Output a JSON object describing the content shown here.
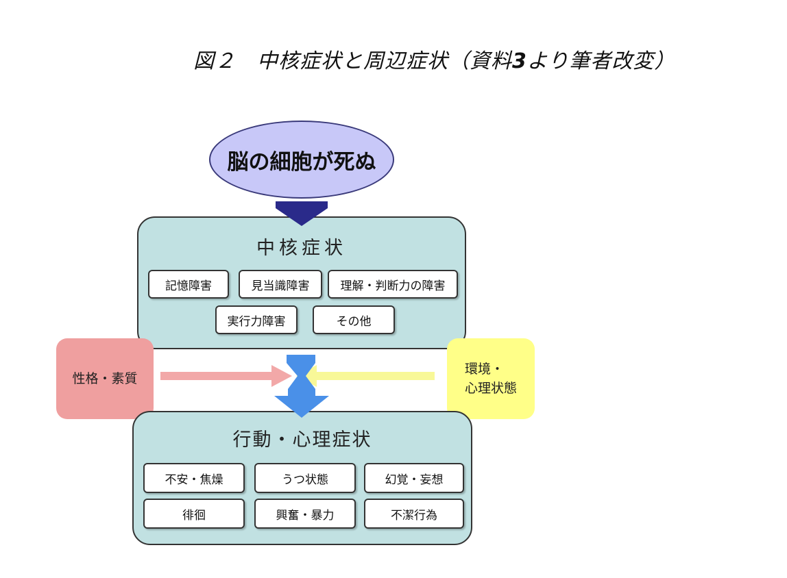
{
  "figure_title": {
    "prefix": "図２　中核症状と周辺症状（資料",
    "num": "3",
    "suffix": "より筆者改変）"
  },
  "cause": "脳の細胞が死ぬ",
  "core_symptoms": {
    "title": "中核症状",
    "items": [
      "記憶障害",
      "見当識障害",
      "理解・判断力の障害",
      "実行力障害",
      "その他"
    ]
  },
  "personality": "性格・素質",
  "environment": {
    "line1": "環境・",
    "line2": "心理状態"
  },
  "bpsd": {
    "title": "行動・心理症状",
    "items": [
      "不安・焦燥",
      "うつ状態",
      "幻覚・妄想",
      "徘徊",
      "興奮・暴力",
      "不潔行為"
    ]
  },
  "colors": {
    "panel": "#c1e1e2",
    "ellipse": "#c8c8f8",
    "dark_arrow": "#2a2a8a",
    "blue_arrow": "#4a90e8",
    "pink": "#ef9f9f",
    "pink_arrow": "#f2a8a8",
    "yellow": "#ffff88",
    "yellow_arrow": "#f8f898"
  }
}
